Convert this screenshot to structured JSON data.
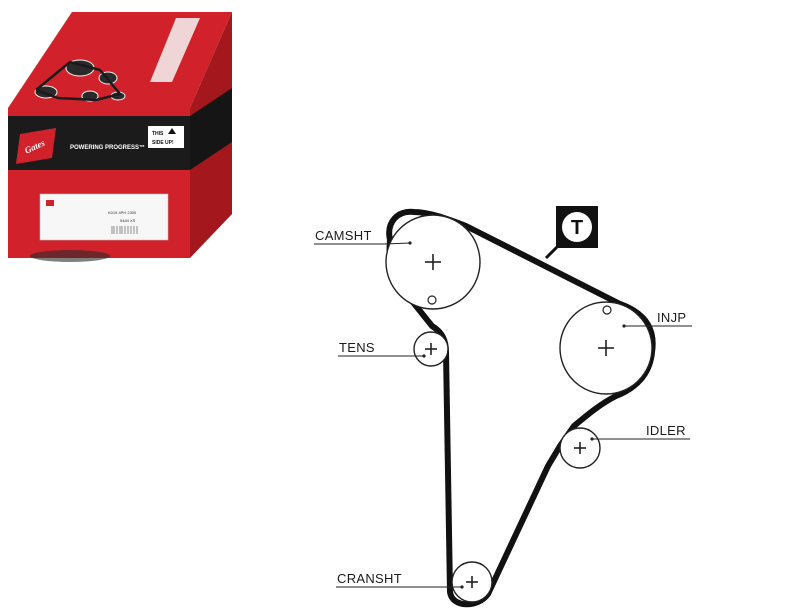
{
  "product_box": {
    "brand": "Gates",
    "tagline": "POWERING PROGRESS™",
    "orientation_line1": "THIS",
    "orientation_line2": "SIDE UP!",
    "label_line1": "K015 4PH 2300",
    "label_line2": "5484 XS",
    "colors": {
      "red": "#d1222b",
      "dark_red": "#9e1419",
      "black": "#1b1b1b",
      "white": "#ffffff"
    }
  },
  "diagram": {
    "timing_mark": "T",
    "pulleys": [
      {
        "id": "camsht",
        "label": "CAMSHT"
      },
      {
        "id": "injp",
        "label": "INJP"
      },
      {
        "id": "tens",
        "label": "TENS"
      },
      {
        "id": "idler",
        "label": "IDLER"
      },
      {
        "id": "cransht",
        "label": "CRANSHT"
      }
    ],
    "colors": {
      "belt": "#111111",
      "pulley": "#222222"
    }
  }
}
